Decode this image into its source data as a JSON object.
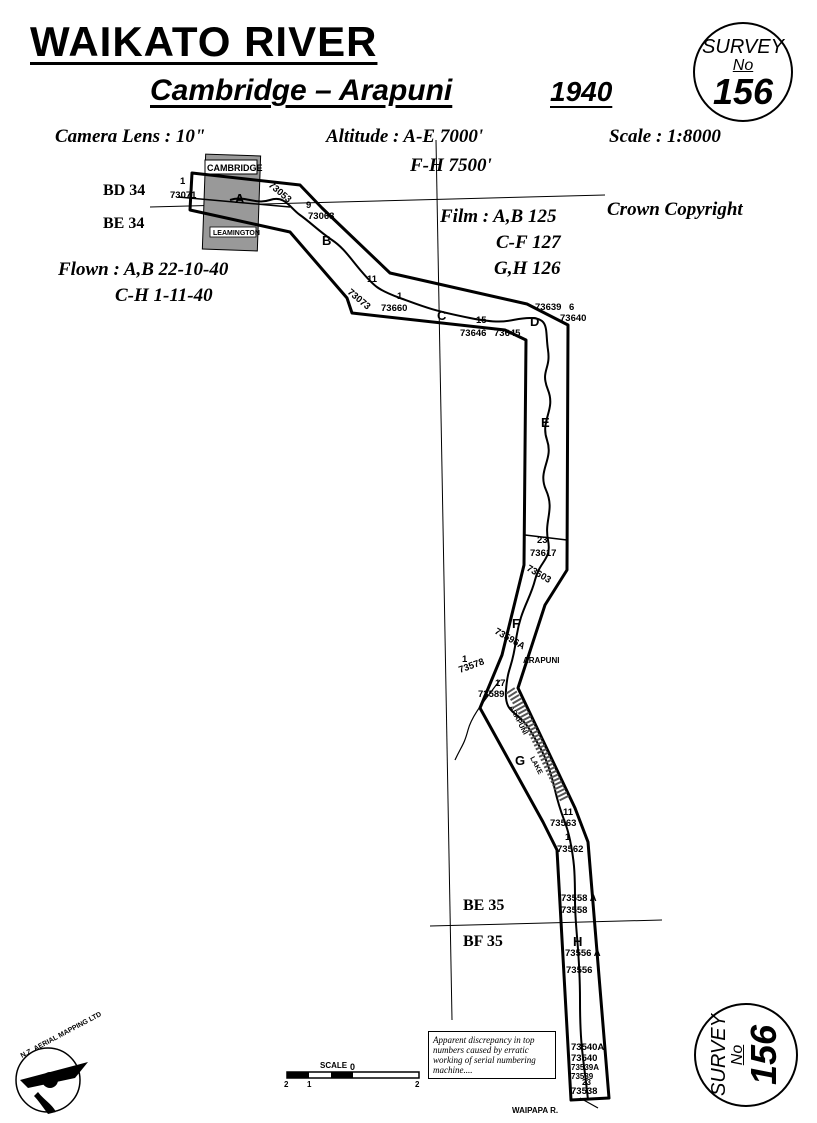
{
  "header": {
    "title": "WAIKATO RIVER",
    "subtitle": "Cambridge – Arapuni",
    "year": "1940"
  },
  "info": {
    "camera_lens": "Camera Lens : 10\"",
    "altitude_1": "Altitude : A-E 7000'",
    "altitude_2": "F-H 7500'",
    "scale": "Scale : 1:8000",
    "copyright": "Crown Copyright",
    "film_1": "Film : A,B  125",
    "film_2": "C-F  127",
    "film_3": "G,H  126",
    "flown_1": "Flown : A,B  22-10-40",
    "flown_2": "C-H  1-11-40"
  },
  "survey_seal": {
    "line1": "SURVEY",
    "line2": "No",
    "number": "156"
  },
  "grid_labels": {
    "bd34": "BD 34",
    "be34": "BE 34",
    "be35": "BE 35",
    "bf35": "BF 35"
  },
  "places": {
    "cambridge": "CAMBRIDGE",
    "leamington": "LEAMINGTON",
    "arapuni": "ARAPUNI",
    "waipapa": "WAIPAPA  R.",
    "lake_1": "ARAPUNI",
    "lake_2": "LAKE"
  },
  "runs": {
    "a": "A",
    "b": "B",
    "c": "C",
    "d": "D",
    "e": "E",
    "f": "F",
    "g": "G",
    "h": "H"
  },
  "photo_numbers": {
    "p73071": "73071",
    "n1a": "1",
    "p73053": "73053",
    "n9": "9",
    "p73063": "73063",
    "n11": "11",
    "p73073": "73073",
    "n1c": "1",
    "p73660": "73660",
    "n15": "15",
    "p73646": "73646",
    "p73645": "73645",
    "p73639": "73639",
    "n6": "6",
    "p73640": "73640",
    "n23": "23",
    "p73617": "73617",
    "p73603": "73603",
    "p73596a": "73596A",
    "n1f": "1",
    "p73578": "73578",
    "n17": "17",
    "p73589": "73589",
    "n11g": "11",
    "p73563": "73563",
    "n1h": "1",
    "p73562": "73562",
    "p73558a": "73558 A",
    "p73558": "73558",
    "p73556a": "73556 A",
    "p73556": "73556",
    "p73540a": "73540A",
    "p73540": "73540",
    "p73539a": "73539A",
    "p73539": "73539",
    "n23h": "23",
    "p73538": "73538"
  },
  "scale_bar": {
    "label": "SCALE",
    "tick_left": "2",
    "tick_mid": "1",
    "tick_zero": "0",
    "tick_right": "2"
  },
  "note": "Apparent discrepancy in top numbers caused by erratic working of serial numbering machine....",
  "logo": {
    "text": "N.Z. AERIAL MAPPING LTD"
  }
}
